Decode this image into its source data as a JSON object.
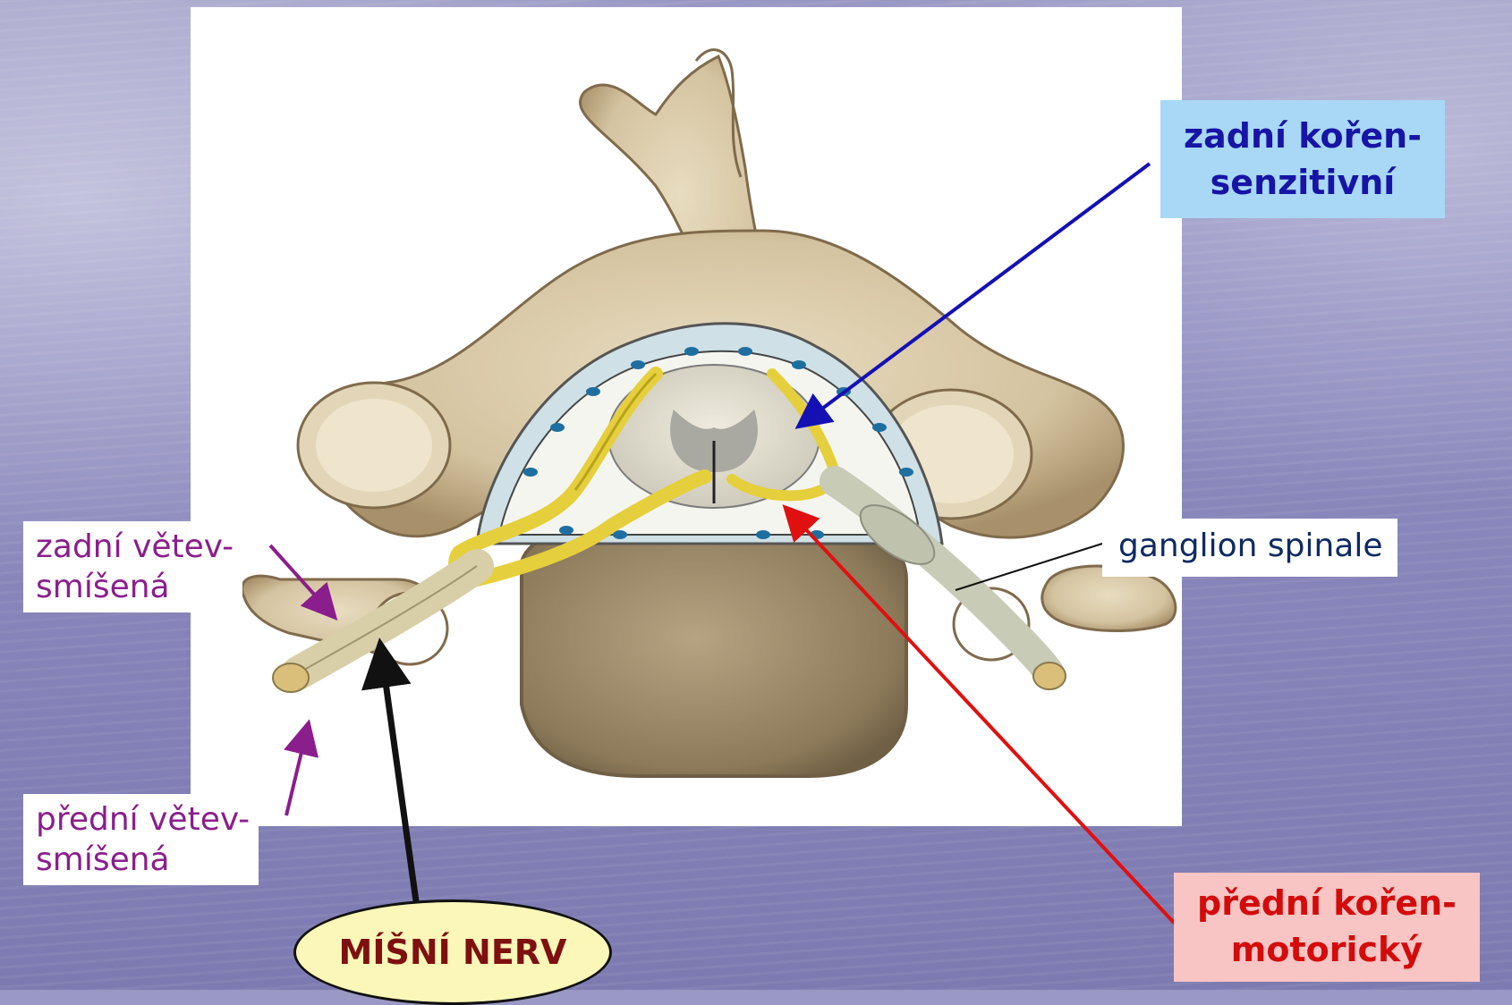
{
  "labels": {
    "posterior_root_line1": "zadní kořen-",
    "posterior_root_line2": "senzitivní",
    "anterior_root_line1": "přední kořen-",
    "anterior_root_line2": "motorický",
    "posterior_branch_line1": "zadní větev-",
    "posterior_branch_line2": "smíšená",
    "anterior_branch_line1": "přední větev-",
    "anterior_branch_line2": "smíšená",
    "ganglion": "ganglion spinale",
    "spinal_nerve": "MÍŠNÍ NERV"
  },
  "colors": {
    "posterior_root_arrow": "#1410b4",
    "anterior_root_arrow": "#e01010",
    "branch_arrows": "#8a1e8c",
    "spinal_nerve_arrow": "#111111",
    "ganglion_leader": "#111111"
  }
}
